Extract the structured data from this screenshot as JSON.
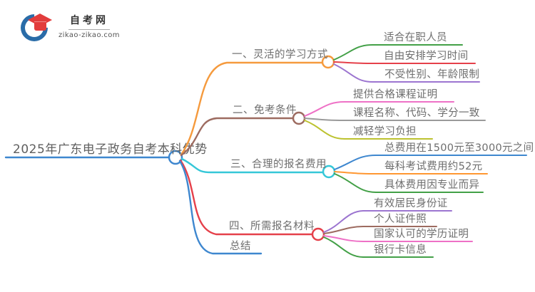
{
  "logo": {
    "title": "自考网",
    "domain": "zikao-zikao.com",
    "icon_colors": {
      "crescent": "#2a6ca8",
      "cap": "#e23c3c"
    }
  },
  "mindmap": {
    "root": {
      "label": "2025年广东电子政务自考本科优势",
      "color": "#3e87cf"
    },
    "branches": [
      {
        "label": "一、灵活的学习方式",
        "color": "#f59a3d",
        "children": [
          {
            "label": "适合在职人员",
            "color": "#43a047"
          },
          {
            "label": "自由安排学习时间",
            "color": "#e5404a"
          },
          {
            "label": "不受性别、年龄限制",
            "color": "#9c75d0"
          }
        ]
      },
      {
        "label": "二、免考条件",
        "color": "#9d6b60",
        "children": [
          {
            "label": "提供合格课程证明",
            "color": "#ee71c6"
          },
          {
            "label": "课程名称、代码、学分一致",
            "color": "#9a9a9a"
          },
          {
            "label": "减轻学习负担",
            "color": "#bcc22f"
          }
        ]
      },
      {
        "label": "三、合理的报名费用",
        "color": "#35c7d8",
        "children": [
          {
            "label": "总费用在1500元至3000元之间",
            "color": "#3e87cf"
          },
          {
            "label": "每科考试费用约52元",
            "color": "#ff9731"
          },
          {
            "label": "具体费用因专业而异",
            "color": "#43a047"
          }
        ]
      },
      {
        "label": "四、所需报名材料",
        "color": "#e5404a",
        "children": [
          {
            "label": "有效居民身份证",
            "color": "#9c75d0"
          },
          {
            "label": "个人证件照",
            "color": "#9d6b60"
          },
          {
            "label": "国家认可的学历证明",
            "color": "#ee71c6"
          },
          {
            "label": "银行卡信息",
            "color": "#43a047"
          }
        ]
      },
      {
        "label": "总结",
        "color": "#3e87cf",
        "children": []
      }
    ]
  }
}
